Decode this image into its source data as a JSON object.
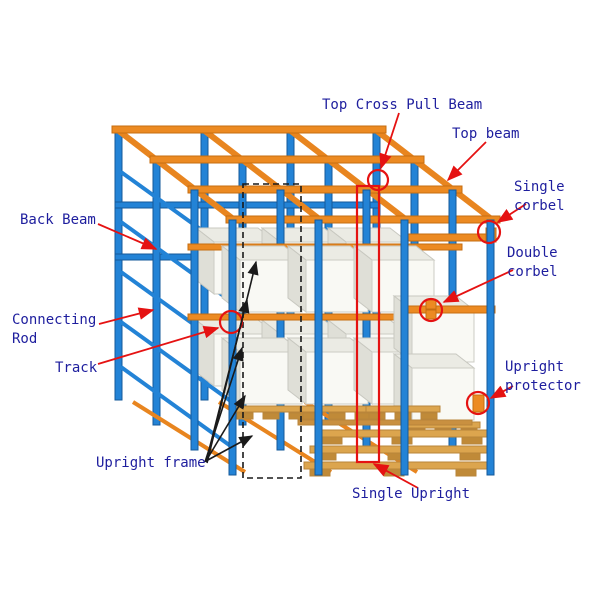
{
  "diagram": {
    "subject": "Drive-in pallet racking system labeled diagram",
    "labels": {
      "top_cross_pull_beam": "Top Cross Pull Beam",
      "top_beam": "Top beam",
      "single_corbel": "Single corbel",
      "double_corbel": "Double corbel",
      "back_beam": "Back Beam",
      "connecting_rod": "Connecting Rod",
      "track": "Track",
      "upright_protector": "Upright protector",
      "upright_frame": "Upright frame",
      "single_upright": "Single Upright"
    },
    "colors": {
      "label_text": "#1e1e9e",
      "annotation_red": "#e51212",
      "annotation_black": "#1a1a1a",
      "upright_blue": "#2383d6",
      "beam_orange": "#ec8a22",
      "pallet_wood": "#dca54e",
      "background": "#ffffff"
    }
  }
}
